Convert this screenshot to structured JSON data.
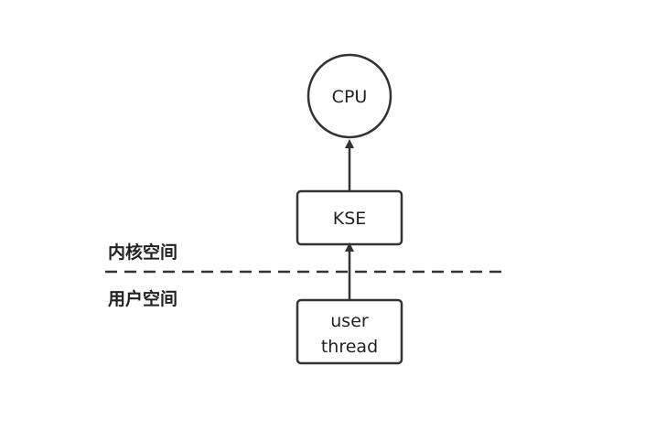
{
  "nodes": {
    "cpu": {
      "label": "CPU"
    },
    "kse": {
      "label": "KSE"
    },
    "user_thread": {
      "label_line1": "user",
      "label_line2": "thread"
    }
  },
  "zones": {
    "kernel_space": "内核空间",
    "user_space": "用户空间"
  },
  "colors": {
    "stroke": "#333333",
    "text": "#222222",
    "background": "#ffffff"
  }
}
